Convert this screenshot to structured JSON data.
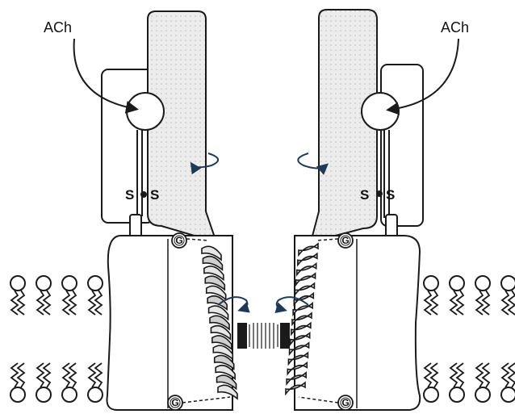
{
  "labels": {
    "ach_left": "ACh",
    "ach_right": "ACh",
    "s_left_a": "S",
    "s_left_b": "S",
    "s_right_a": "S",
    "s_right_b": "S",
    "g_left_top": "G",
    "g_left_bottom": "G",
    "g_right_top": "G",
    "g_right_bottom": "G"
  },
  "colors": {
    "outline": "#1a1a1a",
    "shaded_subunit": "#e8e8e8",
    "helix_dark": "#1a1a1a",
    "helix_light": "#d0d0d0",
    "rotation_arrow": "#1f3a56"
  }
}
